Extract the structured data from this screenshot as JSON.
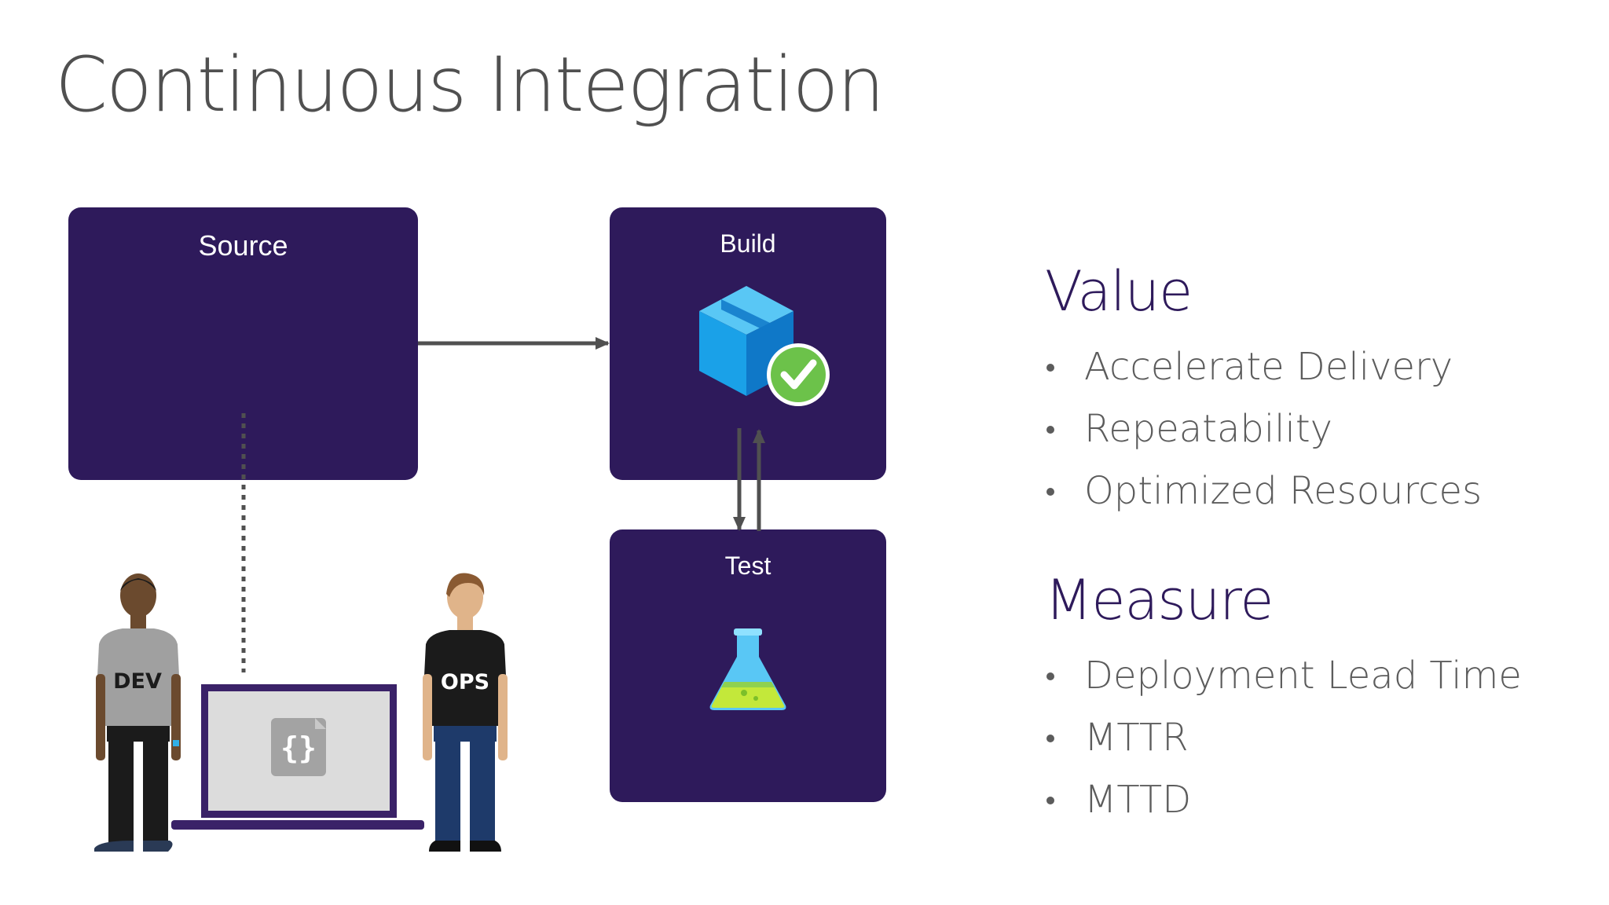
{
  "slide": {
    "title": "Continuous Integration"
  },
  "diagram": {
    "source_label": "Source",
    "build_label": "Build",
    "test_label": "Test",
    "dev_label": "DEV",
    "ops_label": "OPS",
    "code_glyph": "{}",
    "colors": {
      "box": "#2e1a5b",
      "arrow": "#505050",
      "package": "#1aa1e8",
      "check": "#6cc24a"
    }
  },
  "value": {
    "heading": "Value",
    "items": [
      "Accelerate Delivery",
      "Repeatability",
      "Optimized Resources"
    ]
  },
  "measure": {
    "heading": "Measure",
    "items": [
      "Deployment Lead Time",
      "MTTR",
      "MTTD"
    ]
  }
}
